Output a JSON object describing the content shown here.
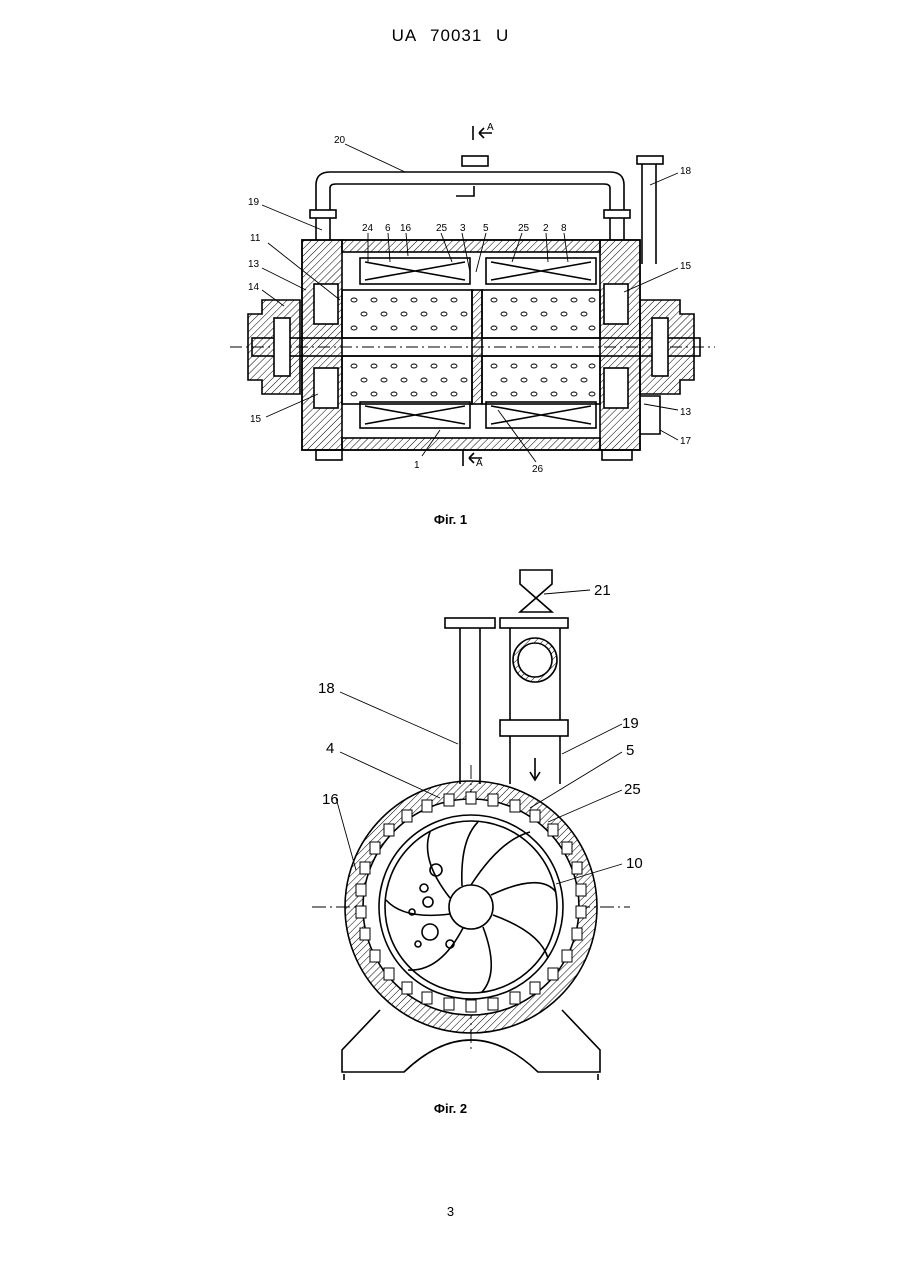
{
  "header": {
    "doc_number": "UA   70031   U"
  },
  "figure1": {
    "caption": "Фіг. 1",
    "section_mark": "A",
    "labels": [
      "20",
      "19",
      "18",
      "24",
      "6",
      "16",
      "25",
      "3",
      "5",
      "25",
      "2",
      "8",
      "11",
      "13",
      "14",
      "15",
      "15",
      "13",
      "17",
      "1",
      "26"
    ]
  },
  "figure2": {
    "caption": "Фіг. 2",
    "labels": [
      "21",
      "18",
      "19",
      "4",
      "5",
      "25",
      "16",
      "10"
    ]
  },
  "footer": {
    "page_number": "3"
  }
}
